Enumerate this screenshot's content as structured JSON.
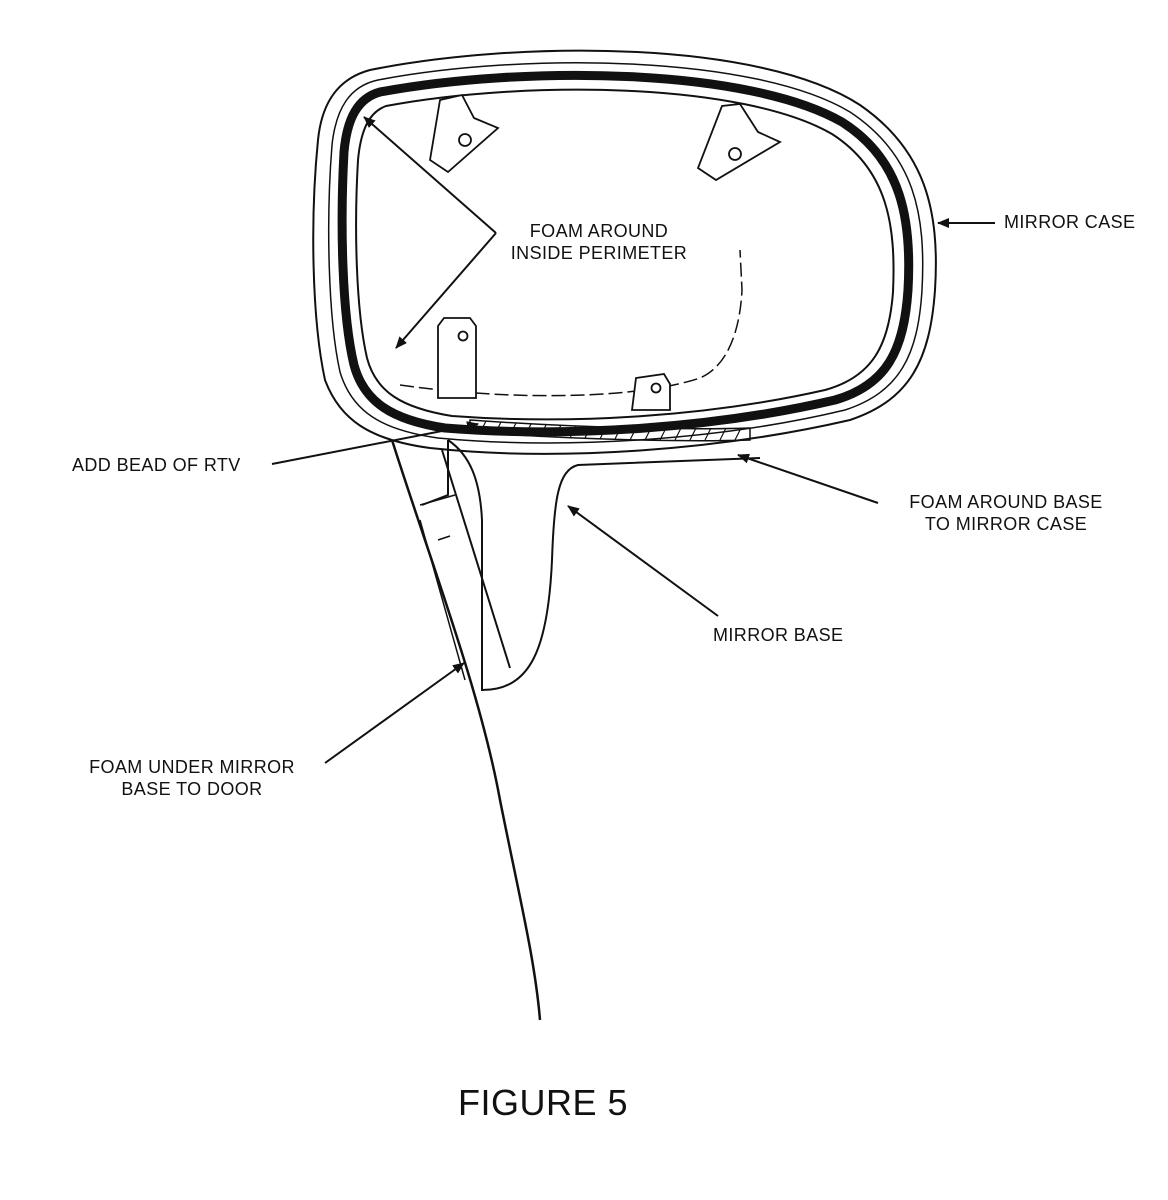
{
  "labels": {
    "foam_inside_line1": "FOAM AROUND",
    "foam_inside_line2": "INSIDE PERIMETER",
    "mirror_case": "MIRROR CASE",
    "add_bead": "ADD BEAD OF RTV",
    "foam_base_case_line1": "FOAM AROUND BASE",
    "foam_base_case_line2": "TO MIRROR CASE",
    "mirror_base": "MIRROR BASE",
    "foam_under_line1": "FOAM UNDER MIRROR",
    "foam_under_line2": "BASE TO DOOR"
  },
  "caption": "FIGURE 5"
}
